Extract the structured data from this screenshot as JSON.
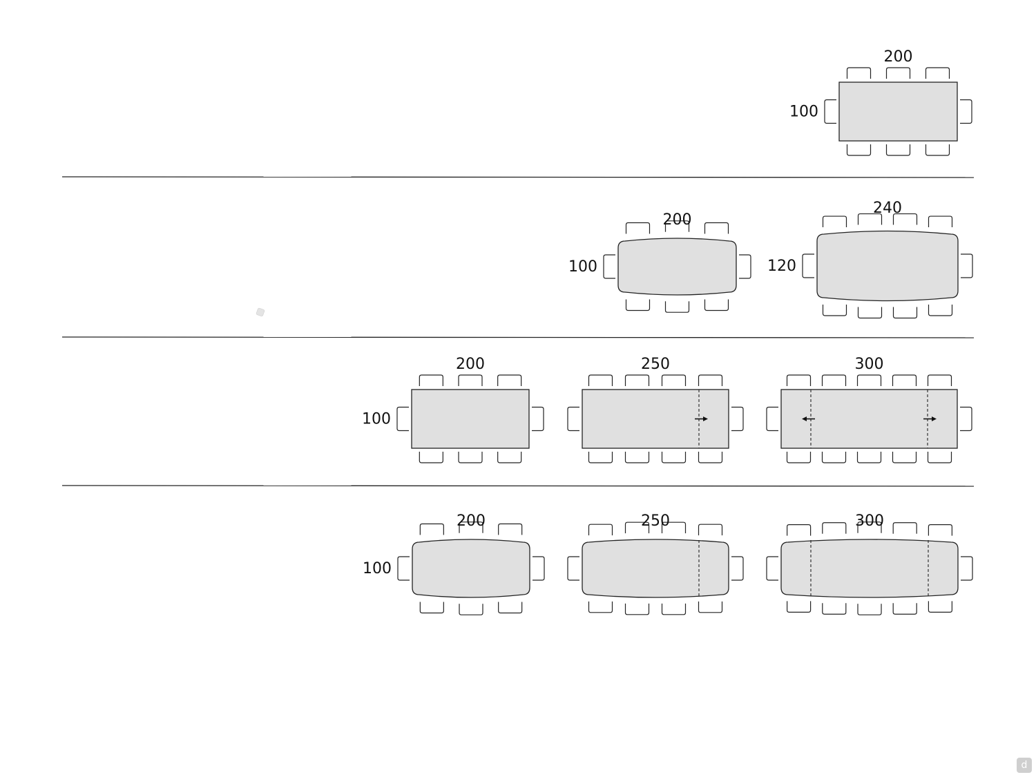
{
  "colors": {
    "tabletop": "#e0e0e0",
    "outline": "#222222",
    "background": "#ffffff"
  },
  "rows": [
    {
      "tables": [
        {
          "shape": "rectangular",
          "length_label": "200",
          "width_label": "100",
          "extension": "none",
          "seats_per_long_side": 3
        }
      ]
    },
    {
      "tables": [
        {
          "shape": "barrel",
          "length_label": "200",
          "width_label": "100",
          "extension": "none",
          "seats_per_long_side": 3
        },
        {
          "shape": "barrel",
          "length_label": "240",
          "width_label": "120",
          "extension": "none",
          "seats_per_long_side": 4
        }
      ]
    },
    {
      "tables": [
        {
          "shape": "rectangular",
          "length_label": "200",
          "width_label": "100",
          "extension": "none",
          "seats_per_long_side": 3
        },
        {
          "shape": "rectangular",
          "length_label": "250",
          "width_label": "",
          "extension": "one-side",
          "seats_per_long_side": 4
        },
        {
          "shape": "rectangular",
          "length_label": "300",
          "width_label": "",
          "extension": "both-sides",
          "seats_per_long_side": 5
        }
      ]
    },
    {
      "tables": [
        {
          "shape": "barrel",
          "length_label": "200",
          "width_label": "100",
          "extension": "none",
          "seats_per_long_side": 3
        },
        {
          "shape": "barrel",
          "length_label": "250",
          "width_label": "",
          "extension": "one-side",
          "seats_per_long_side": 4
        },
        {
          "shape": "barrel",
          "length_label": "300",
          "width_label": "",
          "extension": "both-sides",
          "seats_per_long_side": 5
        }
      ]
    }
  ],
  "icons": {
    "corner_logo": "brand-logo-icon",
    "extension_arrow": "extension-arrow-icon",
    "chair": "chair-icon"
  },
  "corner_logo_text": "d"
}
